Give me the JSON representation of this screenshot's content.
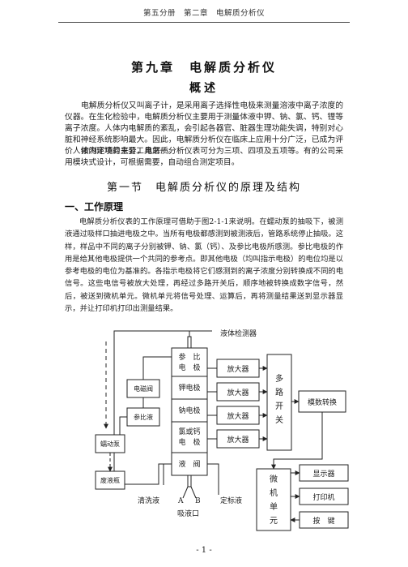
{
  "header": {
    "running_title": "第五分册　第二章　电解质分析仪"
  },
  "chapter": {
    "title": "第九章　电解质分析仪"
  },
  "overview": {
    "heading": "概述",
    "paragraphs": [
      "电解质分析仪又叫离子计，是采用离子选择性电极来测量溶液中离子浓度的仪器。在生化检验中，电解质分析仪主要用于测量体液中钾、钠、氯、钙、锂等离子浓度。人体内电解质的紊乱，会引起各器官、脏器生理功能失调，特别对心脏和神经系统影响最大。因此，电解质分析仪在临床上应用十分广泛，已成为评价人体内环境的主要工具之一。",
      "按测定项目来分，电解质分析仪表可分为三项、四项及五项等。有的公司采用模块式设计，可根据需要，自动组合测定项目。"
    ]
  },
  "section": {
    "title": "第一节　电解质分析仪的原理及结构",
    "subsection_title": "一、工作原理",
    "paragraph": "电解质分析仪表的工作原理可借助于图2-1-1来说明。在蠕动泵的抽吸下，被测液通过吸样口抽进电极之中。当所有电极都感测到被测液后，管路系统停止抽吸。这样，样品中不同的离子分别被钾、钠、氯（钙）、及参比电极所感测。参比电极的作用是给其他电极提供一个共同的参考点。即其他电极（均叫指示电极）的电位均是以参考电极的电位为基准的。各指示电极将它们感测到的离子浓度分别转换成不同的电信号。这些电信号被放大处理，再经过多路开关后，顺序地被转换成数字信号，然后，被送到微机单元。微机单元将信号处理、运算后，再将测量结果送到显示器显示，并让打印机打印出测量结果。"
  },
  "diagram": {
    "detector_label": "液体检测器",
    "electrodes": [
      "参　比\n电　极",
      "钾电极",
      "钠电极",
      "氯或钙\n电　极"
    ],
    "valve": "液　阀",
    "amplifiers": [
      "放大器",
      "放大器",
      "放大器",
      "放大器"
    ],
    "mux": "多\n路\n开\n关",
    "adc": "模数转换",
    "solenoid_valve": "电磁阀",
    "reference_solution": "参比液",
    "peristaltic_pump": "蠕动泵",
    "waste_bottle": "废液瓶",
    "cleaning_solution": "清洗液",
    "calibration_solution": "定标液",
    "port_a": "A",
    "port_b": "B",
    "sample_port": "吸液口",
    "microcomputer": "微\n机\n单\n元",
    "display": "显示器",
    "printer": "打印机",
    "keys": "按　键"
  },
  "footer": {
    "page_number": "- 1 -"
  }
}
